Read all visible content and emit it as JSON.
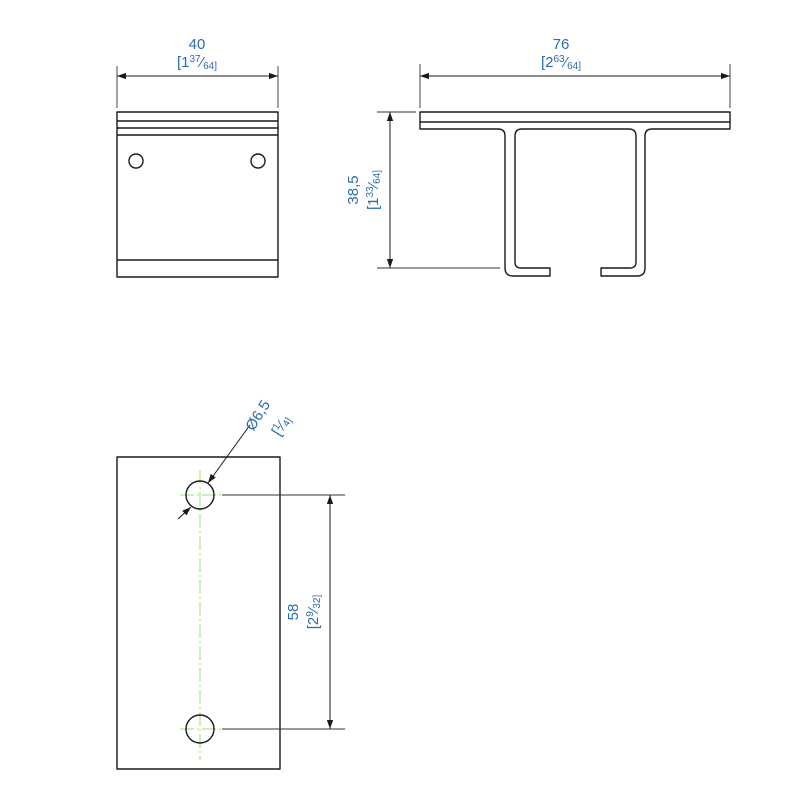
{
  "colors": {
    "dimension_text": "#2a6bb0",
    "outline": "#1a1a1a",
    "centerline": "#9be06a"
  },
  "dimensions": {
    "top_width": {
      "value": "40",
      "imperial_whole": "[1",
      "imperial_num": "37",
      "imperial_den": "64]"
    },
    "total_width": {
      "value": "76",
      "imperial_whole": "[2",
      "imperial_num": "63",
      "imperial_den": "64]"
    },
    "height": {
      "value": "38,5",
      "imperial_whole": "[1",
      "imperial_num": "33",
      "imperial_den": "64]"
    },
    "hole_diameter": {
      "value": "Ø6,5",
      "imperial_open": "[",
      "imperial_num": "1",
      "imperial_den": "4]"
    },
    "hole_spacing": {
      "value": "58",
      "imperial_whole": "[2",
      "imperial_num": "9",
      "imperial_den": "32]"
    }
  }
}
